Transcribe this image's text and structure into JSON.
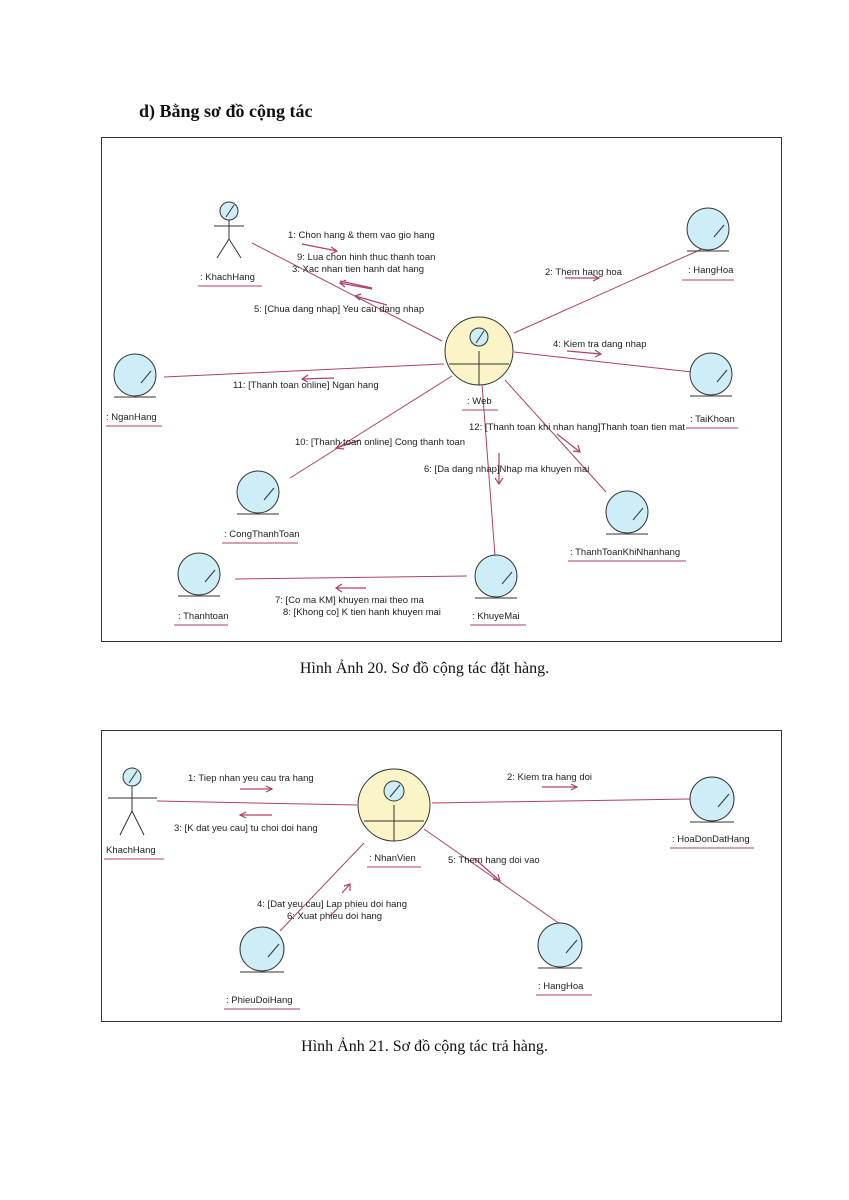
{
  "heading": "d) Bằng sơ đồ cộng tác",
  "diagram1": {
    "objects": {
      "khachhang": ": KhachHang",
      "web": ": Web",
      "hanghoa": ": HangHoa",
      "taikhoan": ": TaiKhoan",
      "nganhang": ": NganHang",
      "congthanhtoan": ": CongThanhToan",
      "thanhtoankhinhanhang": ": ThanhToanKhiNhanhang",
      "thanhtoan": ": Thanhtoan",
      "khuyemai": ": KhuyeMai"
    },
    "messages": {
      "m1": "1: Chon hang & them vao gio hang",
      "m9": "9: Lua chon hinh thuc thanh toan",
      "m3": "3: Xac nhan tien hanh dat hang",
      "m5": "5: [Chua dang nhap] Yeu cau dang nhap",
      "m2": "2: Them hang hoa",
      "m4": "4: Kiem tra dang nhap",
      "m11": "11: [Thanh toan online] Ngan hang",
      "m12": "12: [Thanh toan khi nhan hang]Thanh toan tien mat",
      "m10": "10: [Thanh toan online] Cong thanh toan",
      "m6": "6: [Da dang nhap]Nhap ma khuyen mai",
      "m7": "7: [Co ma KM] khuyen mai theo ma",
      "m8": "8: [Khong co] K tien hanh khuyen mai"
    },
    "caption": "Hình Ảnh 20. Sơ đồ cộng tác đặt hàng."
  },
  "diagram2": {
    "objects": {
      "khachhang": "KhachHang",
      "nhanvien": ": NhanVien",
      "hoadondathang": ": HoaDonDatHang",
      "phieudoihang": ": PhieuDoiHang",
      "hanghoa": ": HangHoa"
    },
    "messages": {
      "m1": "1: Tiep nhan yeu cau tra hang",
      "m3": "3: [K dat yeu cau] tu choi doi hang",
      "m2": "2: Kiem tra hang doi",
      "m5": "5: Them hang doi vao",
      "m4": "4: [Dat yeu cau] Lap phieu doi hang",
      "m6": "6: Xuat phieu doi hang"
    },
    "caption": "Hình Ảnh 21. Sơ đồ cộng tác trả hàng."
  },
  "colors": {
    "link": "#b0406a",
    "entity_fill": "#cdeef6",
    "control_fill": "#fbf4c6"
  }
}
